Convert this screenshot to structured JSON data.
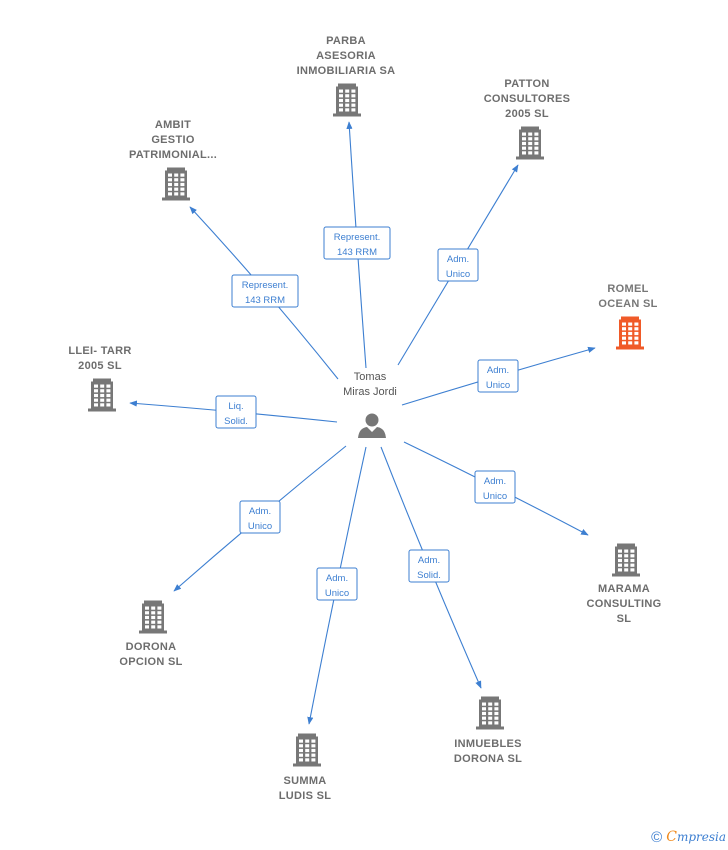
{
  "center": {
    "name_lines": [
      "Tomas",
      "Miras Jordi"
    ],
    "icon": "person-icon"
  },
  "colors": {
    "edge": "#3d7fd1",
    "company": "#777777",
    "highlight": "#f05a28",
    "person": "#777777"
  },
  "companies": [
    {
      "id": "parba",
      "lines": [
        "PARBA",
        "ASESORIA",
        "INMOBILIARIA SA"
      ],
      "icon": "building-icon",
      "highlight": false
    },
    {
      "id": "patton",
      "lines": [
        "PATTON",
        "CONSULTORES",
        "2005  SL"
      ],
      "icon": "building-icon",
      "highlight": false
    },
    {
      "id": "ambit",
      "lines": [
        "AMBIT",
        "GESTIO",
        "PATRIMONIAL..."
      ],
      "icon": "building-icon",
      "highlight": false
    },
    {
      "id": "romel",
      "lines": [
        "ROMEL",
        "OCEAN  SL"
      ],
      "icon": "building-icon",
      "highlight": true
    },
    {
      "id": "llei",
      "lines": [
        "LLEI- TARR",
        "2005 SL"
      ],
      "icon": "building-icon",
      "highlight": false
    },
    {
      "id": "marama",
      "lines": [
        "MARAMA",
        "CONSULTING",
        "SL"
      ],
      "icon": "building-icon",
      "highlight": false
    },
    {
      "id": "dorona-opcion",
      "lines": [
        "DORONA",
        "OPCION  SL"
      ],
      "icon": "building-icon",
      "highlight": false
    },
    {
      "id": "inmuebles",
      "lines": [
        "INMUEBLES",
        "DORONA  SL"
      ],
      "icon": "building-icon",
      "highlight": false
    },
    {
      "id": "summa",
      "lines": [
        "SUMMA",
        "LUDIS  SL"
      ],
      "icon": "building-icon",
      "highlight": false
    }
  ],
  "edges": [
    {
      "to": "parba",
      "label": [
        "Represent.",
        "143 RRM"
      ]
    },
    {
      "to": "patton",
      "label": [
        "Adm.",
        "Unico"
      ]
    },
    {
      "to": "ambit",
      "label": [
        "Represent.",
        "143 RRM"
      ]
    },
    {
      "to": "romel",
      "label": [
        "Adm.",
        "Unico"
      ]
    },
    {
      "to": "llei",
      "label": [
        "Liq.",
        "Solid."
      ]
    },
    {
      "to": "marama",
      "label": [
        "Adm.",
        "Unico"
      ]
    },
    {
      "to": "dorona-opcion",
      "label": [
        "Adm.",
        "Unico"
      ]
    },
    {
      "to": "inmuebles",
      "label": [
        "Adm.",
        "Solid."
      ]
    },
    {
      "to": "summa",
      "label": [
        "Adm.",
        "Unico"
      ]
    }
  ],
  "footer": {
    "copyright": "©",
    "brand_first": "C",
    "brand_rest": "mpresia"
  }
}
